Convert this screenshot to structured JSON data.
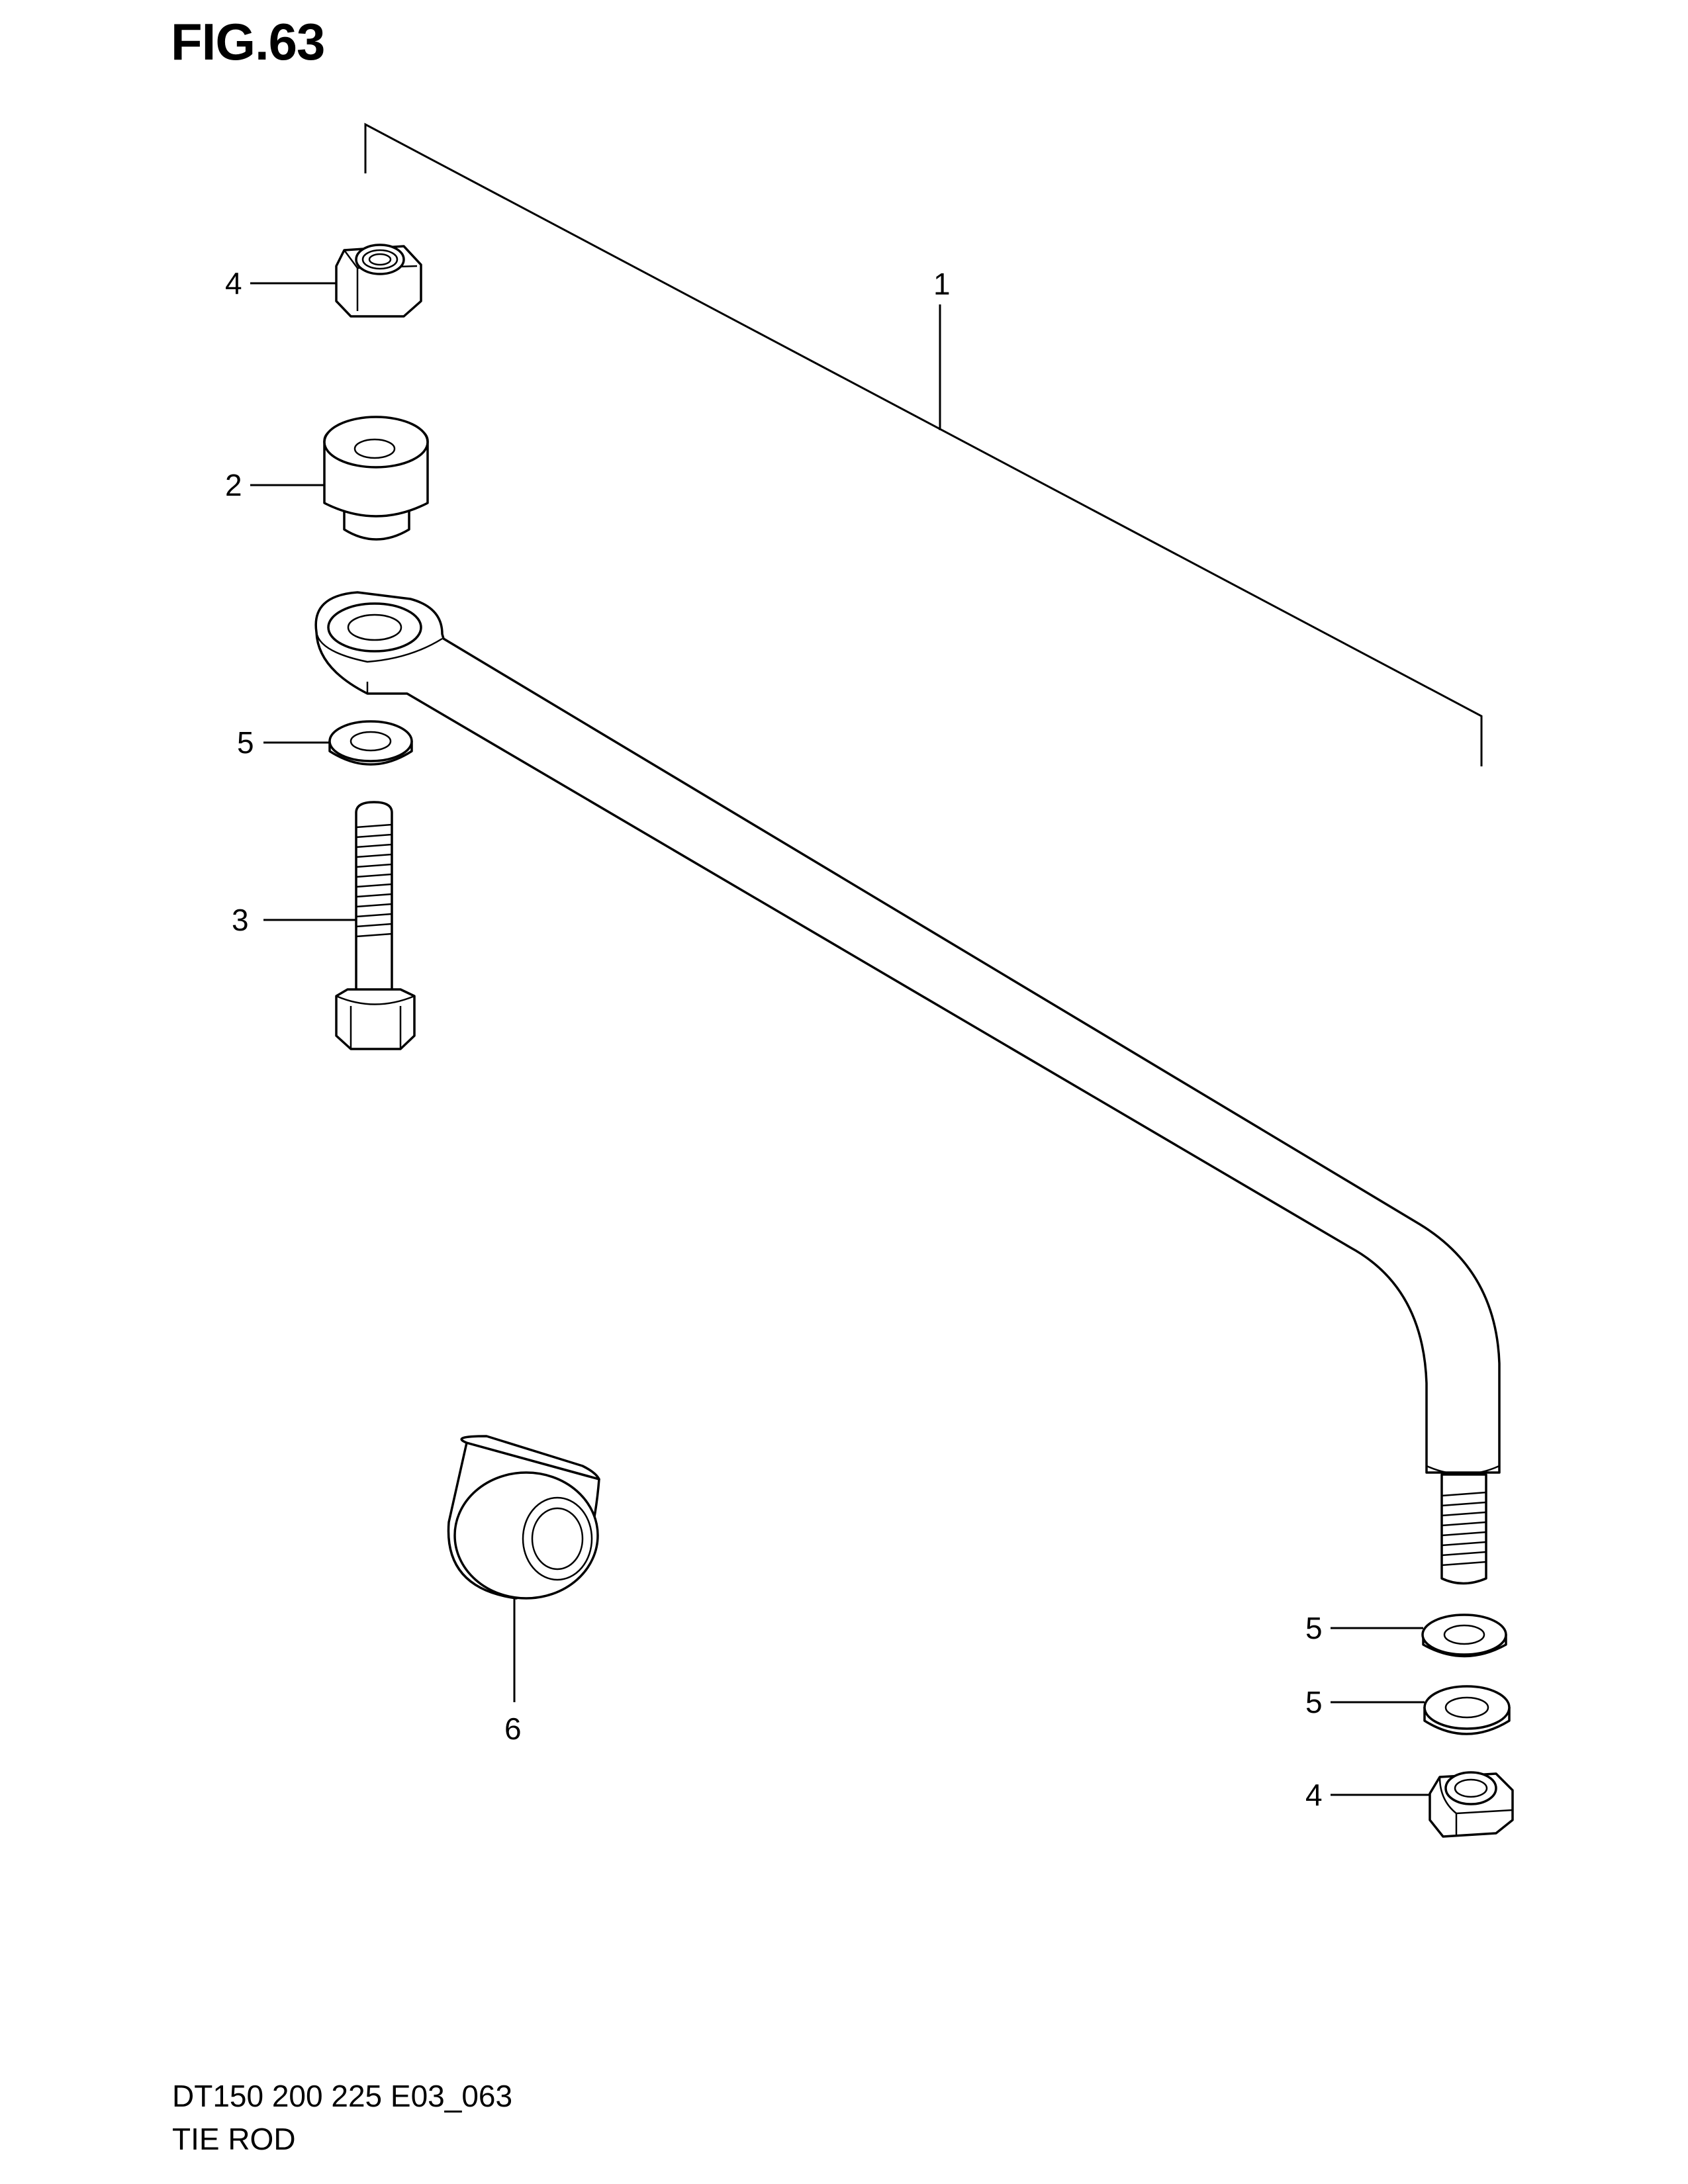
{
  "figure": {
    "title": "FIG.63"
  },
  "footer": {
    "code": "DT150 200 225 E03_063",
    "name": "TIE ROD"
  },
  "callouts": [
    {
      "id": "callout-1-assembly",
      "label": "1"
    },
    {
      "id": "callout-4-top-nut",
      "label": "4"
    },
    {
      "id": "callout-2-bushing",
      "label": "2"
    },
    {
      "id": "callout-5-top-washer",
      "label": "5"
    },
    {
      "id": "callout-3-bolt",
      "label": "3"
    },
    {
      "id": "callout-6-spacer",
      "label": "6"
    },
    {
      "id": "callout-5-lower-washer-a",
      "label": "5"
    },
    {
      "id": "callout-5-lower-washer-b",
      "label": "5"
    },
    {
      "id": "callout-4-bottom-nut",
      "label": "4"
    }
  ]
}
